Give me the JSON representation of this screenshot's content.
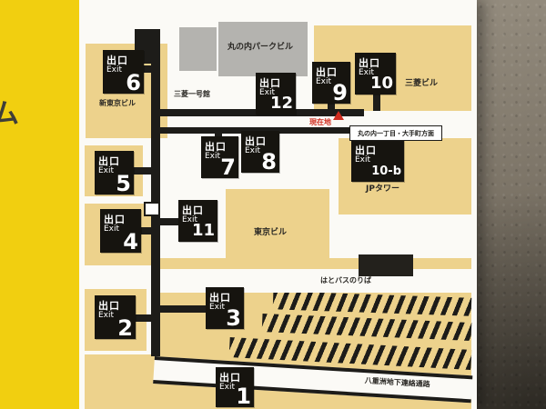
{
  "sign": {
    "side_text_fragment": "ム",
    "badge": {
      "deguchi": "出口",
      "exit": "Exit"
    },
    "exits": {
      "e1": "1",
      "e2": "2",
      "e3": "3",
      "e4": "4",
      "e5": "5",
      "e6": "6",
      "e7": "7",
      "e8": "8",
      "e9": "9",
      "e10": "10",
      "e10b": "10-b",
      "e11": "11",
      "e12": "12"
    },
    "buildings": {
      "marunouchi_park": "丸の内パークビル",
      "mitsubishi_ichigokan": "三菱一号館",
      "shin_tokyo": "新東京ビル",
      "mitsubishi": "三菱ビル",
      "jp_tower": "JPタワー",
      "tokyo_building": "東京ビル",
      "hato_bus": "はとバスのりば",
      "yaesu_passage": "八重洲地下連絡通路"
    },
    "markers": {
      "current_location": "現在地",
      "direction": "丸の内一丁目・大手町方面"
    },
    "colors": {
      "panel_yellow": "#f1cf10",
      "building_tan": "#edd28c",
      "line_black": "#1d1c19",
      "building_gray": "#b4b3af",
      "marker_red": "#cf2c1f",
      "wall_gray": "#7a7366"
    }
  }
}
